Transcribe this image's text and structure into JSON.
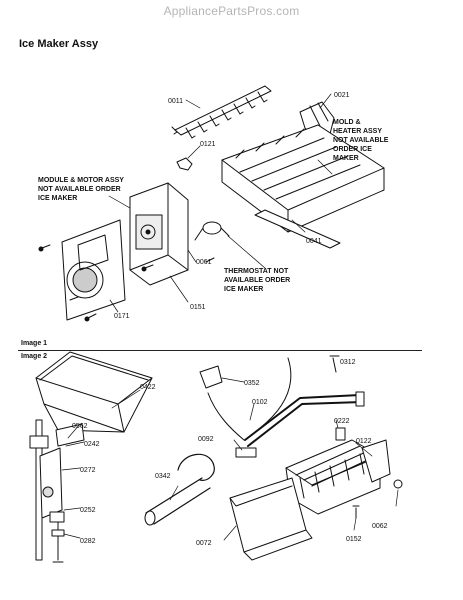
{
  "watermark": "AppliancePartsPros.com",
  "title": "Ice Maker Assy",
  "image1_label": "Image 1",
  "image2_label": "Image 2",
  "notes": {
    "module_motor": [
      "MODULE & MOTOR ASSY",
      "NOT AVAILABLE ORDER",
      "ICE MAKER"
    ],
    "mold_heater": [
      "MOLD &",
      "HEATER ASSY",
      "NOT AVAILABLE",
      "ORDER ICE",
      "MAKER"
    ],
    "thermostat": [
      "THERMOSTAT NOT",
      "AVAILABLE ORDER",
      "ICE MAKER"
    ]
  },
  "parts_image1": {
    "p0011": "0011",
    "p0021": "0021",
    "p0121": "0121",
    "p0041": "0041",
    "p0061": "0061",
    "p0151": "0151",
    "p0171": "0171"
  },
  "parts_image2": {
    "p0312": "0312",
    "p0422": "0422",
    "p0352": "0352",
    "p0102": "0102",
    "p0222": "0222",
    "p0562": "0562",
    "p0092": "0092",
    "p0122": "0122",
    "p0242": "0242",
    "p0342": "0342",
    "p0272": "0272",
    "p0252": "0252",
    "p0062": "0062",
    "p0152": "0152",
    "p0072": "0072",
    "p0282": "0282"
  }
}
